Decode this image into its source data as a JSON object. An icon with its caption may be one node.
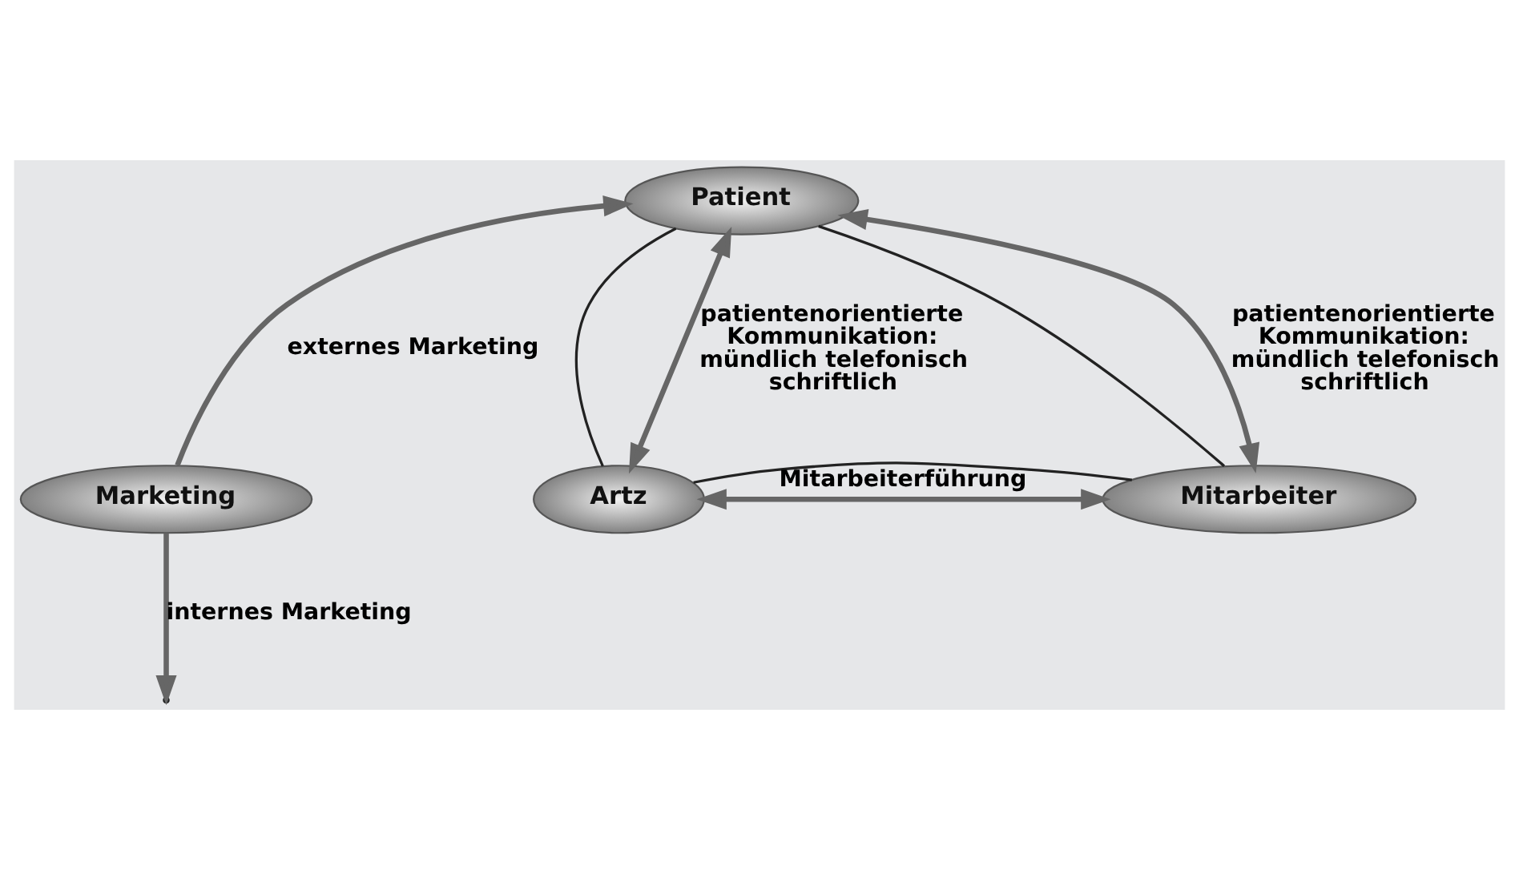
{
  "diagram": {
    "nodes": [
      {
        "text": [
          "Patient"
        ]
      },
      {
        "text": [
          "Marketing"
        ]
      },
      {
        "text": [
          "Artz"
        ]
      },
      {
        "text": [
          "Mitarbeiter"
        ]
      }
    ],
    "edges": [
      {
        "from": 0,
        "to": 2,
        "arrow": "none",
        "color": "#222222"
      },
      {
        "from": 0,
        "to": 3,
        "arrow": "none",
        "color": "#222222"
      },
      {
        "from": 2,
        "to": 3,
        "arrow": "none",
        "color": "#222222"
      },
      {
        "from": 2,
        "to": 0,
        "arrow": "both",
        "label": "patientenorientierte Kommunikation: mündlich telefonisch schriftlich"
      },
      {
        "from": 0,
        "to": 3,
        "arrow": "both",
        "label": "patientenorientierte Kommunikation: mündlich telefonisch schriftlich"
      },
      {
        "from": 2,
        "to": 3,
        "arrow": "both",
        "label": "Mitarbeiterführung"
      },
      {
        "from": 1,
        "to": 0,
        "arrow": "to",
        "label": "externes Marketing"
      },
      {
        "from": 1,
        "to": null,
        "arrow": "to",
        "label": "internes Marketing"
      }
    ]
  }
}
